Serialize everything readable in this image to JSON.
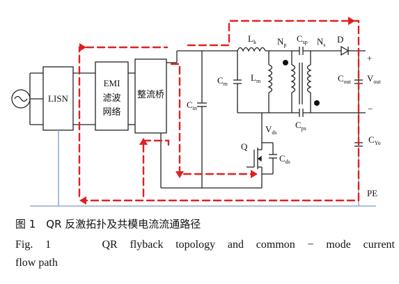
{
  "figure": {
    "blocks": {
      "lisn": "LISN",
      "emi_line1": "EMI",
      "emi_line2": "滤波",
      "emi_line3": "网络",
      "rectifier": "整流桥"
    },
    "labels": {
      "cin": "C",
      "cin_sub": "in",
      "cm": "C",
      "cm_sub": "m",
      "lk": "L",
      "lk_sub": "k",
      "lm": "L",
      "lm_sub": "m",
      "np": "N",
      "np_sub": "p",
      "csp": "C",
      "csp_sub": "sp",
      "ns": "N",
      "ns_sub": "s",
      "d": "D",
      "cout": "C",
      "cout_sub": "out",
      "vout": "V",
      "vout_sub": "out",
      "plus": "+",
      "minus": "−",
      "cps": "C",
      "cps_sub": "ps",
      "vds": "V",
      "vds_sub": "ds",
      "q": "Q",
      "cds": "C",
      "cds_sub": "ds",
      "cyo": "C",
      "cyo_sub": "Yo",
      "pe": "PE"
    },
    "colors": {
      "path": "#e02020",
      "ground": "#7a9cc6",
      "wire": "#222222"
    }
  },
  "caption": {
    "cn": "图 1　QR 反激拓扑及共模电流流通路径",
    "en_line1": "Fig. 1　　QR  flyback  topology  and  common − mode  current",
    "en_line2": "flow path"
  }
}
